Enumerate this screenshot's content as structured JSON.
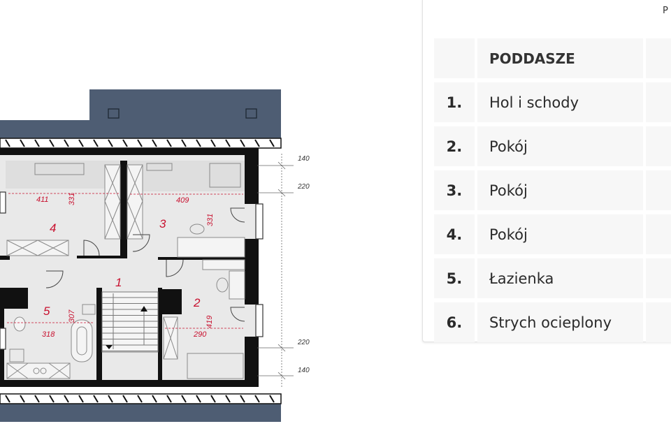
{
  "floor_plan": {
    "rooms": [
      {
        "number": "1"
      },
      {
        "number": "2",
        "width": "290",
        "length": "419"
      },
      {
        "number": "3",
        "width": "409",
        "length": "331"
      },
      {
        "number": "4",
        "width": "411",
        "length": "331"
      },
      {
        "number": "5",
        "width": "318",
        "length": "307"
      }
    ],
    "dimension_labels": {
      "top_outer": "140",
      "top_inner": "220",
      "bottom_inner": "220",
      "bottom_outer": "140"
    },
    "colors": {
      "roof": "#4e5d73",
      "wall": "#111111",
      "floor": "#e9e9e9",
      "room_label": "#c8102e"
    }
  },
  "table": {
    "corner_text": "P",
    "header": "PODDASZE",
    "rows": [
      {
        "num": "1.",
        "name": "Hol i schody"
      },
      {
        "num": "2.",
        "name": "Pokój"
      },
      {
        "num": "3.",
        "name": "Pokój"
      },
      {
        "num": "4.",
        "name": "Pokój"
      },
      {
        "num": "5.",
        "name": "Łazienka"
      },
      {
        "num": "6.",
        "name": "Strych ocieplony"
      }
    ]
  }
}
